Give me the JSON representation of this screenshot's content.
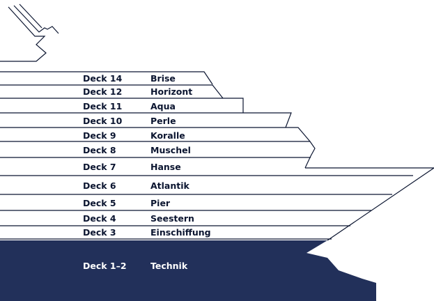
{
  "decks": [
    {
      "deck": "Deck 14",
      "name": "Brise"
    },
    {
      "deck": "Deck 12",
      "name": "Horizont"
    },
    {
      "deck": "Deck 11",
      "name": "Aqua"
    },
    {
      "deck": "Deck 10",
      "name": "Perle"
    },
    {
      "deck": "Deck 9",
      "name": "Koralle"
    },
    {
      "deck": "Deck 8",
      "name": "Muschel"
    },
    {
      "deck": "Deck 7",
      "name": "Hanse"
    },
    {
      "deck": "Deck 6",
      "name": "Atlantik"
    },
    {
      "deck": "Deck 5",
      "name": "Pier"
    },
    {
      "deck": "Deck 4",
      "name": "Seestern"
    },
    {
      "deck": "Deck 3",
      "name": "Einschiffung"
    }
  ],
  "hull": {
    "deck": "Deck 1–2",
    "name": "Technik"
  },
  "colors": {
    "hull": "#22305a",
    "line": "#0b1530",
    "text": "#0b1530",
    "hull_text": "#ffffff"
  }
}
